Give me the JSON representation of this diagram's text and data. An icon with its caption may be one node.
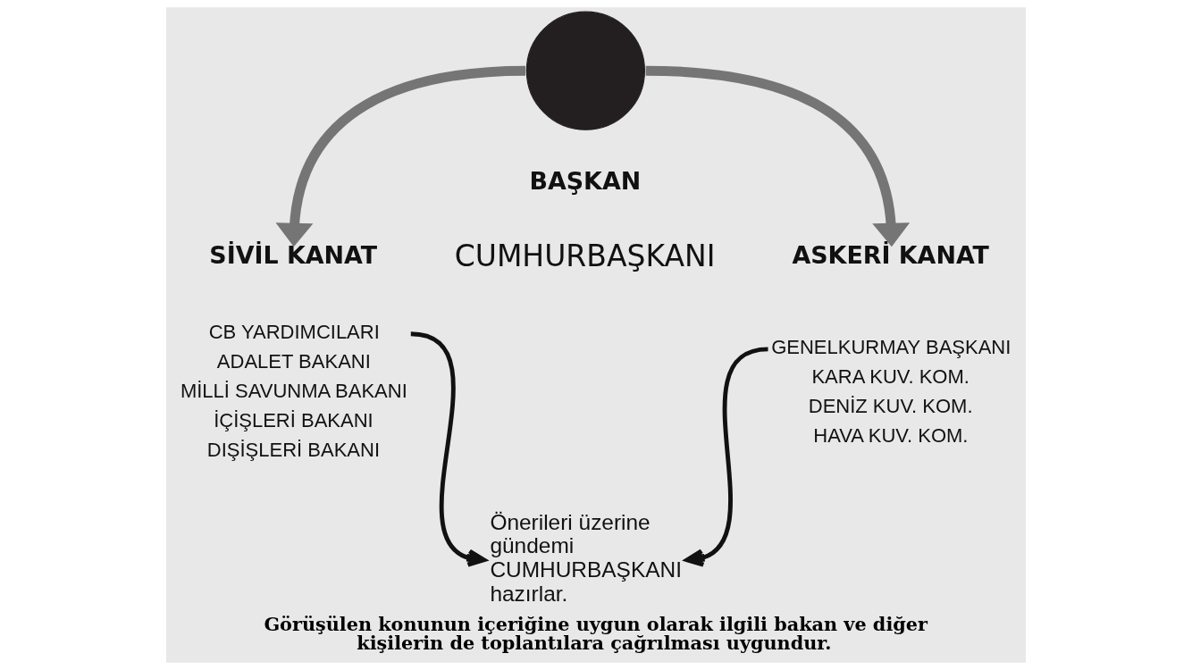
{
  "diagram": {
    "caption": "Görüşülen konunun içeriğine uygun olarak ilgili bakan ve diğer kişilerin de toplantılara çağrılması uygundur.",
    "nodes": [
      {
        "text": [],
        "shape": "person"
      },
      {
        "text": [
          "SİVİL KANAT"
        ]
      },
      {
        "text": [
          "ASKERİ KANAT"
        ]
      },
      {
        "text": [
          "CB YARDIMCILARI",
          "ADALET BAKANI",
          "MİLLİ SAVUNMA BAKANI",
          "İÇİŞLERİ BAKANI",
          "DIŞİŞLERİ BAKANI"
        ]
      },
      {
        "text": [
          "Önerileri üzerine gündemi CUMHURBAŞKANI hazırlar."
        ]
      },
      {
        "text": [
          "GENELKURMAY BAŞKANI",
          "KARA KUV. KOM.",
          "DENİZ KUV. KOM.",
          "HAVA KUV. KOM."
        ]
      }
    ],
    "edges": [
      {
        "from": 0,
        "to": 1,
        "arrow": "to",
        "style": "thick",
        "color": "#757575"
      },
      {
        "from": 0,
        "to": 2,
        "arrow": "to",
        "style": "thick",
        "color": "#757575"
      },
      {
        "from": 3,
        "to": 4,
        "arrow": "to",
        "color": "#111111"
      },
      {
        "from": 5,
        "to": 4,
        "arrow": "to",
        "color": "#111111"
      }
    ],
    "labels": [
      "BAŞKAN",
      "CUMHURBAŞKANI"
    ]
  }
}
